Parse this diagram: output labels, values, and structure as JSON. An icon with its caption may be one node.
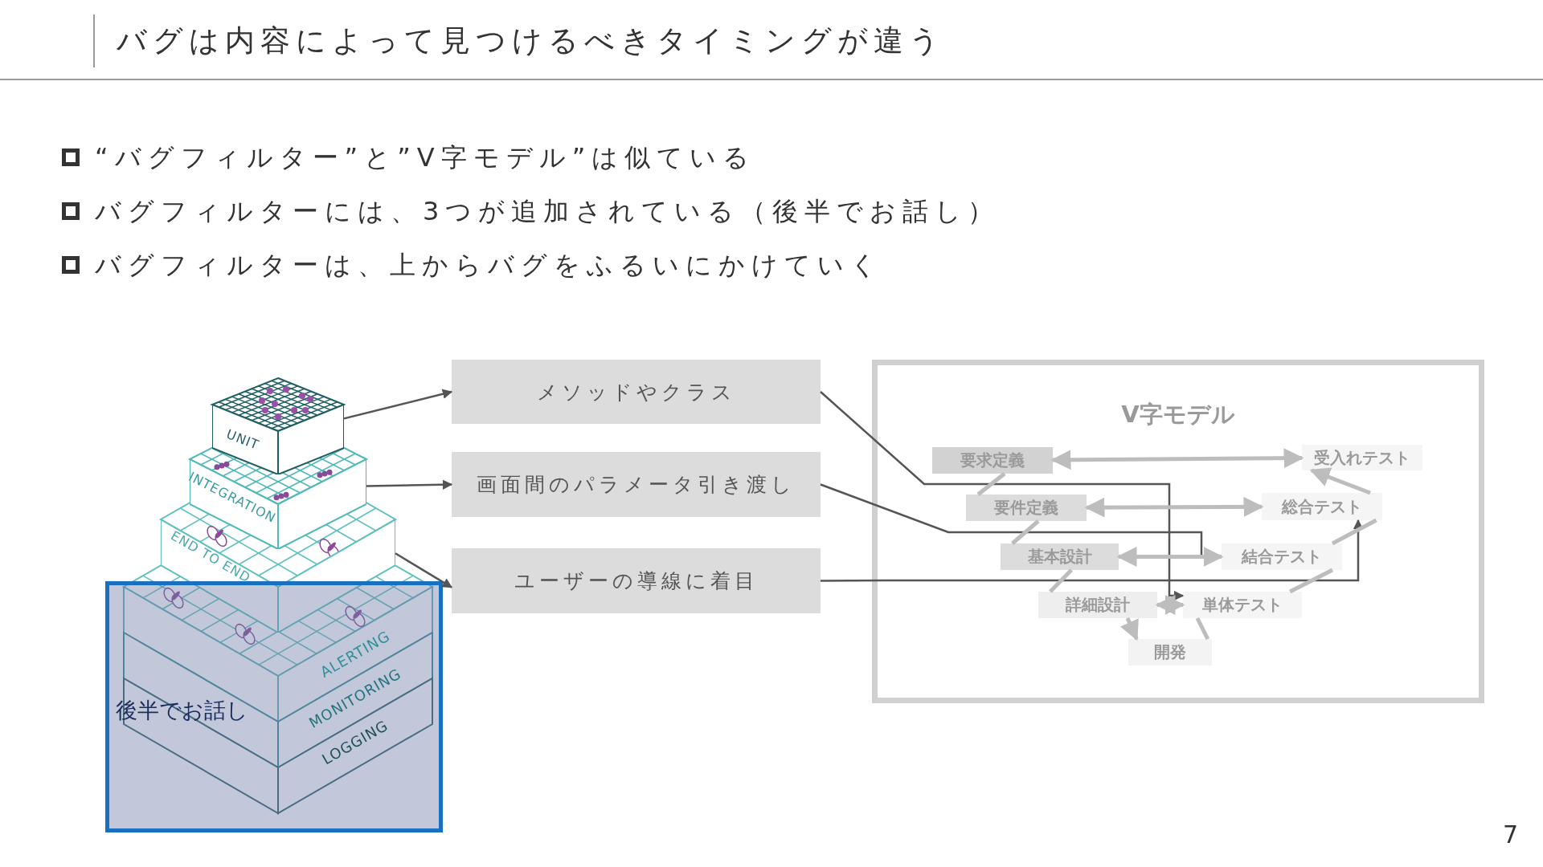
{
  "diagram": {
    "title": "バグは内容によって見つけるべきタイミングが違う",
    "nodes": [
      {
        "text": [
          "UNIT"
        ]
      },
      {
        "text": [
          "INTEGRATION"
        ]
      },
      {
        "text": [
          "END TO END"
        ]
      },
      {
        "text": [
          "後半でお話し"
        ]
      },
      {
        "text": [
          "メソッドやクラス"
        ]
      },
      {
        "text": [
          "画面間のパラメータ引き渡し"
        ]
      },
      {
        "text": [
          "ユーザーの導線に着目"
        ]
      },
      {
        "text": [
          "V字モデル"
        ]
      },
      {
        "text": [
          "要求定義"
        ],
        "in": 7
      },
      {
        "text": [
          "受入れテスト"
        ],
        "in": 7
      },
      {
        "text": [
          "要件定義"
        ],
        "in": 7
      },
      {
        "text": [
          "総合テスト"
        ],
        "in": 7
      },
      {
        "text": [
          "基本設計"
        ],
        "in": 7
      },
      {
        "text": [
          "結合テスト"
        ],
        "in": 7
      },
      {
        "text": [
          "詳細設計"
        ],
        "in": 7
      },
      {
        "text": [
          "単体テスト"
        ],
        "in": 7
      },
      {
        "text": [
          "開発"
        ],
        "in": 7
      }
    ],
    "edges": [
      {
        "from": 0,
        "to": 4,
        "arrow": "to",
        "color": "#555555"
      },
      {
        "from": 1,
        "to": 5,
        "arrow": "to",
        "color": "#555555"
      },
      {
        "from": 2,
        "to": 6,
        "arrow": "to",
        "color": "#555555"
      },
      {
        "from": 4,
        "to": 15,
        "arrow": "to",
        "color": "#555555"
      },
      {
        "from": 5,
        "to": 13,
        "arrow": "to",
        "color": "#555555"
      },
      {
        "from": 6,
        "to": 11,
        "arrow": "to",
        "color": "#555555"
      },
      {
        "from": 8,
        "to": 9,
        "arrow": "both"
      },
      {
        "from": 10,
        "to": 11,
        "arrow": "both"
      },
      {
        "from": 12,
        "to": 13,
        "arrow": "both"
      },
      {
        "from": 14,
        "to": 15,
        "arrow": "both"
      },
      {
        "from": 8,
        "to": 10,
        "arrow": "none"
      },
      {
        "from": 10,
        "to": 12,
        "arrow": "none"
      },
      {
        "from": 12,
        "to": 14,
        "arrow": "none"
      },
      {
        "from": 14,
        "to": 16,
        "arrow": "to"
      },
      {
        "from": 16,
        "to": 15,
        "arrow": "none"
      },
      {
        "from": 15,
        "to": 13,
        "arrow": "none"
      },
      {
        "from": 13,
        "to": 11,
        "arrow": "none"
      },
      {
        "from": 11,
        "to": 9,
        "arrow": "to"
      }
    ],
    "labels": [
      "“バグフィルター”と”V字モデル”は似ている",
      "バグフィルターには、3つが追加されている（後半でお話し）",
      "バグフィルターは、上からバグをふるいにかけていく",
      "ALERTING",
      "MONITORING",
      "LOGGING",
      "7"
    ]
  }
}
